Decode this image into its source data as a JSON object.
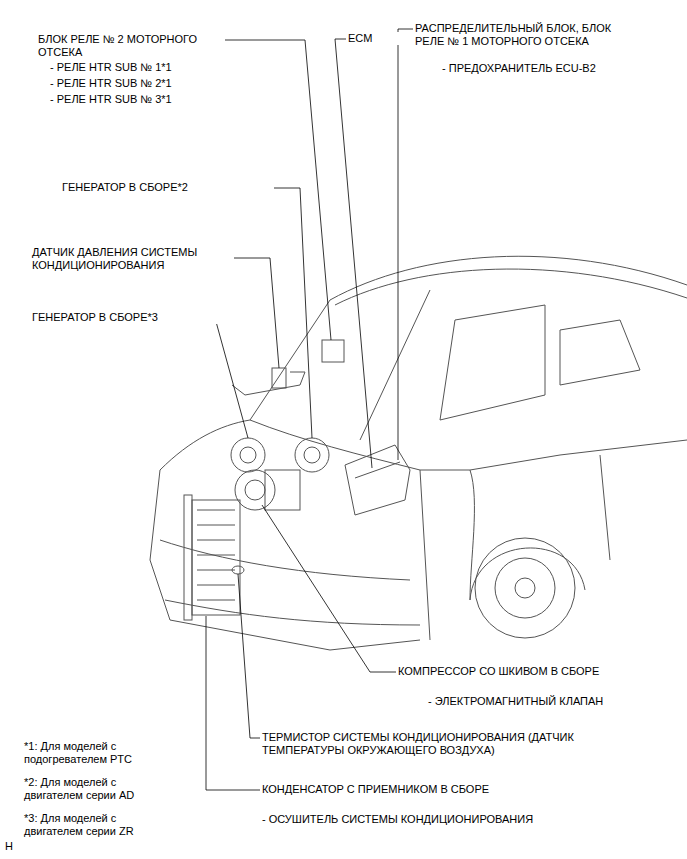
{
  "diagram": {
    "labels": [
      "БЛОК РЕЛЕ № 2 МОТОРНОГО ОТСЕКА",
      "- РЕЛЕ HTR SUB № 1*1",
      "- РЕЛЕ HTR SUB № 2*1",
      "- РЕЛЕ HTR SUB № 3*1",
      "ECM",
      "РАСПРЕДЕЛИТЕЛЬНЫЙ БЛОК, БЛОК РЕЛЕ № 1 МОТОРНОГО ОТСЕКА",
      "- ПРЕДОХРАНИТЕЛЬ ECU-B2",
      "ГЕНЕРАТОР В СБОРЕ*2",
      "ДАТЧИК ДАВЛЕНИЯ СИСТЕМЫ КОНДИЦИОНИРОВАНИЯ",
      "ГЕНЕРАТОР В СБОРЕ*3",
      "КОМПРЕССОР СО ШКИВОМ В СБОРЕ",
      "- ЭЛЕКТРОМАГНИТНЫЙ КЛАПАН",
      "ТЕРМИСТОР СИСТЕМЫ КОНДИЦИОНИРОВАНИЯ (ДАТЧИК ТЕМПЕРАТУРЫ ОКРУЖАЮЩЕГО ВОЗДУХА)",
      "КОНДЕНСАТОР С ПРИЕМНИКОМ В СБОРЕ",
      "- ОСУШИТЕЛЬ СИСТЕМЫ КОНДИЦИОНИРОВАНИЯ",
      "*1: Для моделей с подогревателем PTC",
      "*2: Для моделей с двигателем серии AD",
      "*3: Для моделей с двигателем серии ZR",
      "H"
    ]
  }
}
